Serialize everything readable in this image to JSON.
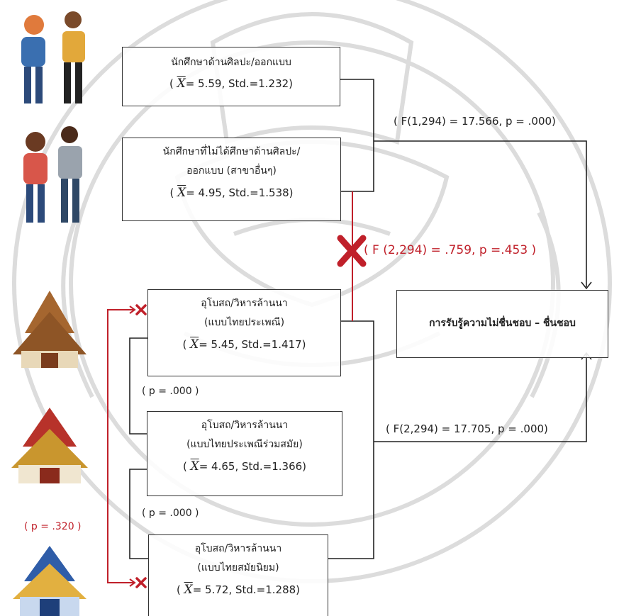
{
  "colors": {
    "line": "#222222",
    "significant_line": "#c0202a",
    "red_text": "#c0202a",
    "watermark": "#d8d8d8"
  },
  "icons": [
    "art-students-illustration",
    "non-art-students-illustration",
    "traditional-temple-illustration",
    "contemporary-temple-illustration",
    "modern-temple-illustration",
    "red-x-mark-icon"
  ],
  "boxes": {
    "art_students": {
      "label": "นักศึกษาด้านศิลปะ/ออกแบบ",
      "xbar": "X",
      "stat": "= 5.59, Std.=1.232)"
    },
    "non_art_students": {
      "label_line1": "นักศึกษาที่ไม่ได้ศึกษาด้านศิลปะ/",
      "label_line2": "ออกแบบ (สาขาอื่นๆ)",
      "xbar": "X",
      "stat": "= 4.95, Std.=1.538)"
    },
    "outcome": {
      "label": "การรับรู้ความไม่ชื่นชอบ – ชื่นชอบ"
    },
    "temple_traditional": {
      "label_line1": "อุโบสถ/วิหารล้านนา",
      "label_line2": "(แบบไทยประเพณี)",
      "xbar": "X",
      "stat": "= 5.45, Std.=1.417)"
    },
    "temple_contemporary": {
      "label_line1": "อุโบสถ/วิหารล้านนา",
      "label_line2": "(แบบไทยประเพณีร่วมสมัย)",
      "xbar": "X",
      "stat": "= 4.65, Std.=1.366)"
    },
    "temple_modern": {
      "label_line1": "อุโบสถ/วิหารล้านนา",
      "label_line2": "(แบบไทยสมัยนิยม)",
      "xbar": "X",
      "stat": "= 5.72, Std.=1.288)"
    }
  },
  "stats": {
    "student_effect": "( F(1,294) = 17.566, p = .000)",
    "interaction_effect": "( F (2,294) = .759, p =.453 )",
    "temple_effect": "( F(2,294) = 17.705, p = .000)",
    "pair_traditional_contemporary": "( p = .000 )",
    "pair_contemporary_modern": "( p = .000 )",
    "pair_traditional_modern": "( p = .320 )"
  }
}
